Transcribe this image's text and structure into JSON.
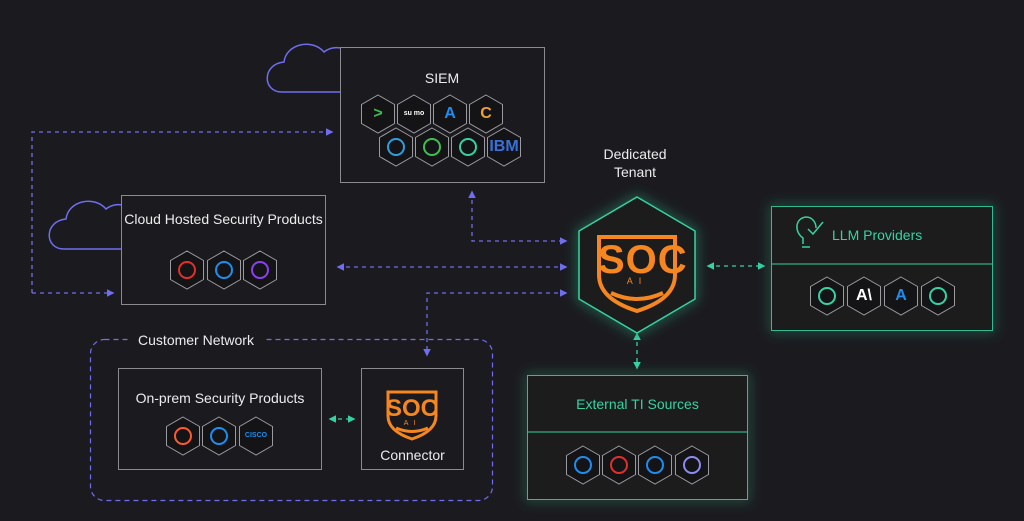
{
  "siem": {
    "title": "SIEM",
    "logos": [
      {
        "icon": "chevron-logo-icon",
        "text": ">",
        "color": "#3fbf4f"
      },
      {
        "icon": "sumo-logo-icon",
        "text": "su mo",
        "color": "#ffffff"
      },
      {
        "icon": "azure-logo-icon",
        "text": "A",
        "color": "#1e8df0"
      },
      {
        "icon": "chronicle-logo-icon",
        "text": "C",
        "color": "#f0a030"
      },
      {
        "icon": "wolf-logo-icon",
        "text": "",
        "color": "#2f9de0"
      },
      {
        "icon": "exabeam-logo-icon",
        "text": "",
        "color": "#3fbf4f"
      },
      {
        "icon": "diamond-logo-icon",
        "text": "",
        "color": "#36d2a2"
      },
      {
        "icon": "ibm-qradar-logo-icon",
        "text": "IBM",
        "color": "#3a6fd8"
      }
    ]
  },
  "cloud_products": {
    "title": "Cloud Hosted Security Products",
    "logos": [
      {
        "icon": "falcon-logo-icon",
        "color": "#e0302b"
      },
      {
        "icon": "defender-shield-logo-icon",
        "color": "#1e8df0"
      },
      {
        "icon": "sentinelone-logo-icon",
        "color": "#8b3ff0"
      }
    ]
  },
  "tenant": {
    "label_line1": "Dedicated",
    "label_line2": "Tenant",
    "logo_text": "SOC",
    "logo_sub": "AI"
  },
  "llm": {
    "title": "LLM Providers",
    "logos": [
      {
        "icon": "perplexity-logo-icon",
        "color": "#36d2a2"
      },
      {
        "icon": "anthropic-logo-icon",
        "text": "A\\",
        "color": "#ffffff"
      },
      {
        "icon": "azure-logo-icon",
        "text": "A",
        "color": "#1e8df0"
      },
      {
        "icon": "openai-logo-icon",
        "color": "#36d2a2"
      }
    ]
  },
  "customer_network": {
    "title": "Customer Network"
  },
  "onprem": {
    "title": "On-prem Security Products",
    "logos": [
      {
        "icon": "palo-alto-logo-icon",
        "color": "#ff5a2a"
      },
      {
        "icon": "windows-logo-icon",
        "color": "#1e8df0"
      },
      {
        "icon": "cisco-logo-icon",
        "text": "CISCO",
        "color": "#1e8df0"
      }
    ]
  },
  "connector": {
    "title": "Connector",
    "logo_text": "SOC",
    "logo_sub": "AI"
  },
  "ti": {
    "title": "External TI Sources",
    "logos": [
      {
        "icon": "globe-logo-icon",
        "color": "#1e8df0"
      },
      {
        "icon": "dots-logo-icon",
        "color": "#e0302b"
      },
      {
        "icon": "sigma-logo-icon",
        "color": "#1e8df0"
      },
      {
        "icon": "check-badge-logo-icon",
        "color": "#8a8cf0"
      }
    ]
  },
  "colors": {
    "accent": "#f6861f",
    "teal": "#36d2a2",
    "purple": "#6f6ef0",
    "box_border": "#8a8a90"
  }
}
